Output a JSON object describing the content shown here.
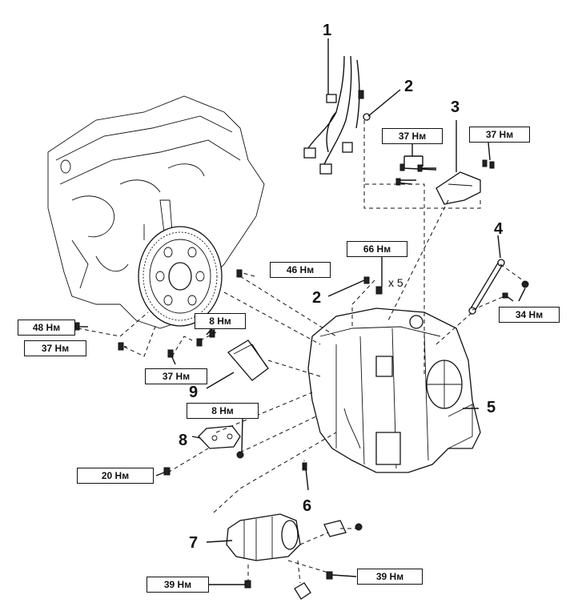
{
  "callouts": {
    "c1": "1",
    "c2a": "2",
    "c2b": "2",
    "c3": "3",
    "c4": "4",
    "c5": "5",
    "c6": "6",
    "c7": "7",
    "c8": "8",
    "c9": "9"
  },
  "torques": {
    "t_37_top_left": "37 Нм",
    "t_37_top_right": "37 Нм",
    "t_66": "66 Нм",
    "t_46": "46 Нм",
    "t_34": "34 Нм",
    "t_48": "48 Нм",
    "t_37_left": "37 Нм",
    "t_8_upper": "8 Нм",
    "t_37_bottom": "37 Нм",
    "t_8_lower": "8 Нм",
    "t_20": "20 Нм",
    "t_39_left": "39 Нм",
    "t_39_right": "39 Нм"
  },
  "multiplier": "x 5"
}
